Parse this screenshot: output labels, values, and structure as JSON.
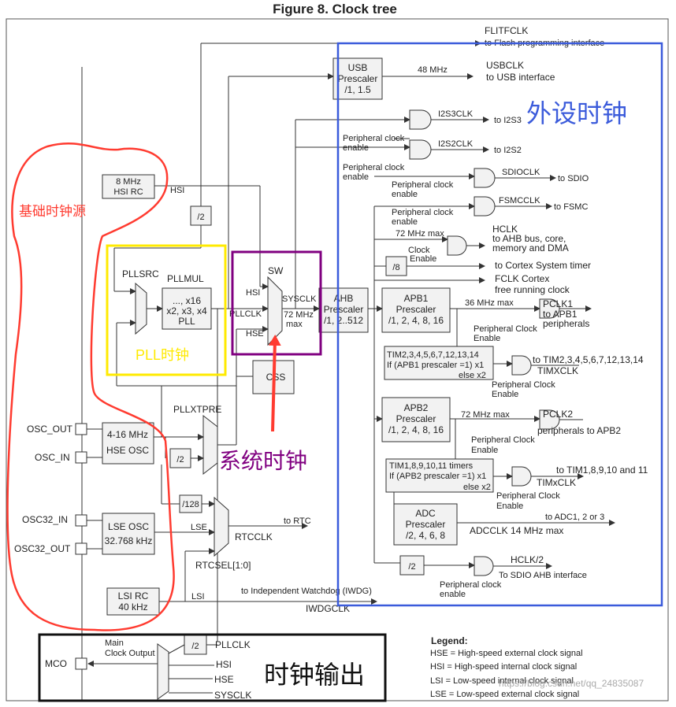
{
  "title": "Figure 8. Clock tree",
  "overlays": {
    "basic_clock_source": "基础时钟源",
    "pll_clock": "PLL时钟",
    "system_clock": "系统时钟",
    "peripheral_clock": "外设时钟",
    "clock_output": "时钟输出"
  },
  "colors": {
    "red": "#ff3b30",
    "yellow": "#ffea00",
    "purple": "#800080",
    "blue": "#3b5bdb",
    "black": "#111111"
  },
  "left_bus": {
    "osc_out": "OSC_OUT",
    "osc_in": "OSC_IN",
    "osc32_in": "OSC32_IN",
    "osc32_out": "OSC32_OUT",
    "mco": "MCO"
  },
  "blocks": {
    "hsi_rc": [
      "8 MHz",
      "HSI RC"
    ],
    "hsi": "HSI",
    "div2_pll": "/2",
    "pllsrc": "PLLSRC",
    "pllmul": "PLLMUL",
    "pll_box": [
      "..., x16",
      "x2, x3, x4",
      "PLL"
    ],
    "sw": "SW",
    "sw_hsi": "HSI",
    "sw_pllclk": "PLLCLK",
    "sw_hse": "HSE",
    "sysclk": "SYSCLK",
    "sysclk_max": [
      "72 MHz",
      "max"
    ],
    "ahb": [
      "AHB",
      "Prescaler",
      "/1, 2..512"
    ],
    "css": "CSS",
    "pllxtpre": "PLLXTPRE",
    "hse_osc": [
      "4-16 MHz",
      "HSE OSC"
    ],
    "div2_hse": "/2",
    "div128": "/128",
    "lse_osc": [
      "LSE OSC",
      "32.768 kHz"
    ],
    "lse": "LSE",
    "rtcclk": "RTCCLK",
    "rtcsel": "RTCSEL[1:0]",
    "to_rtc": "to RTC",
    "lsi_rc": [
      "LSI RC",
      "40 kHz"
    ],
    "lsi": "LSI",
    "iwdg": "to Independent Watchdog (IWDG)",
    "iwdgclk": "IWDGCLK",
    "usb_prescaler": [
      "USB",
      "Prescaler",
      "/1, 1.5"
    ],
    "usb_48": "48 MHz",
    "usbclk": [
      "USBCLK",
      "to USB interface"
    ],
    "flitfclk": [
      "FLITFCLK",
      "to Flash programming interface"
    ],
    "apb1": [
      "APB1",
      "Prescaler",
      "/1, 2, 4, 8, 16"
    ],
    "apb2": [
      "APB2",
      "Prescaler",
      "/1, 2, 4, 8, 16"
    ],
    "adc": [
      "ADC",
      "Prescaler",
      "/2, 4, 6, 8"
    ],
    "tim1_box": [
      "TIM1,8,9,10,11 timers",
      "If (APB2 prescaler =1) x1",
      "else  x2"
    ],
    "tim2_box": [
      "TIM2,3,4,5,6,7,12,13,14",
      "If (APB1 prescaler =1) x1",
      "else  x2"
    ],
    "div8": "/8",
    "div2_sdio": "/2",
    "mco_div2": "/2"
  },
  "outputs": {
    "i2s3": [
      "I2S3CLK",
      "to I2S3"
    ],
    "i2s2": [
      "I2S2CLK",
      "to I2S2"
    ],
    "sdio": [
      "SDIOCLK",
      "to SDIO"
    ],
    "fsmc": [
      "FSMCCLK",
      "to FSMC"
    ],
    "hclk": [
      "HCLK",
      "to AHB bus, core,",
      "memory and DMA"
    ],
    "cortex_timer": "to Cortex System timer",
    "fclk": [
      "FCLK Cortex",
      "free running clock"
    ],
    "pclk1": [
      "PCLK1",
      "to APB1",
      "peripherals"
    ],
    "apb1_max": "36 MHz max",
    "tim2_out": [
      "to TIM2,3,4,5,6,7,12,13,14",
      "TIMXCLK"
    ],
    "pclk2": [
      "PCLK2",
      "peripherals to APB2"
    ],
    "apb2_max": "72 MHz max",
    "tim1_out": [
      "to TIM1,8,9,10 and 11",
      "TIMxCLK"
    ],
    "adc_out": [
      "to ADC1, 2 or 3",
      "ADCCLK 14 MHz max"
    ],
    "hclk2": [
      "HCLK/2",
      "To SDIO AHB interface"
    ],
    "hclk_max": "72 MHz max"
  },
  "enable_labels": {
    "peripheral_clock_enable": [
      "Peripheral clock",
      "enable"
    ],
    "peripheral_clock_enable_cap": [
      "Peripheral Clock",
      "Enable"
    ],
    "clock_enable": [
      "Clock",
      "Enable"
    ]
  },
  "mco_inputs": {
    "main_clock_output": [
      "Main",
      "Clock Output"
    ],
    "pllclk": "PLLCLK",
    "hsi": "HSI",
    "hse": "HSE",
    "sysclk": "SYSCLK"
  },
  "legend": {
    "title": "Legend:",
    "items": [
      "HSE = High-speed external clock signal",
      "HSI = High-speed internal clock signal",
      "LSI = Low-speed internal clock signal",
      "LSE = Low-speed external clock signal"
    ]
  },
  "watermark": "https://blog.csdn.net/qq_24835087"
}
